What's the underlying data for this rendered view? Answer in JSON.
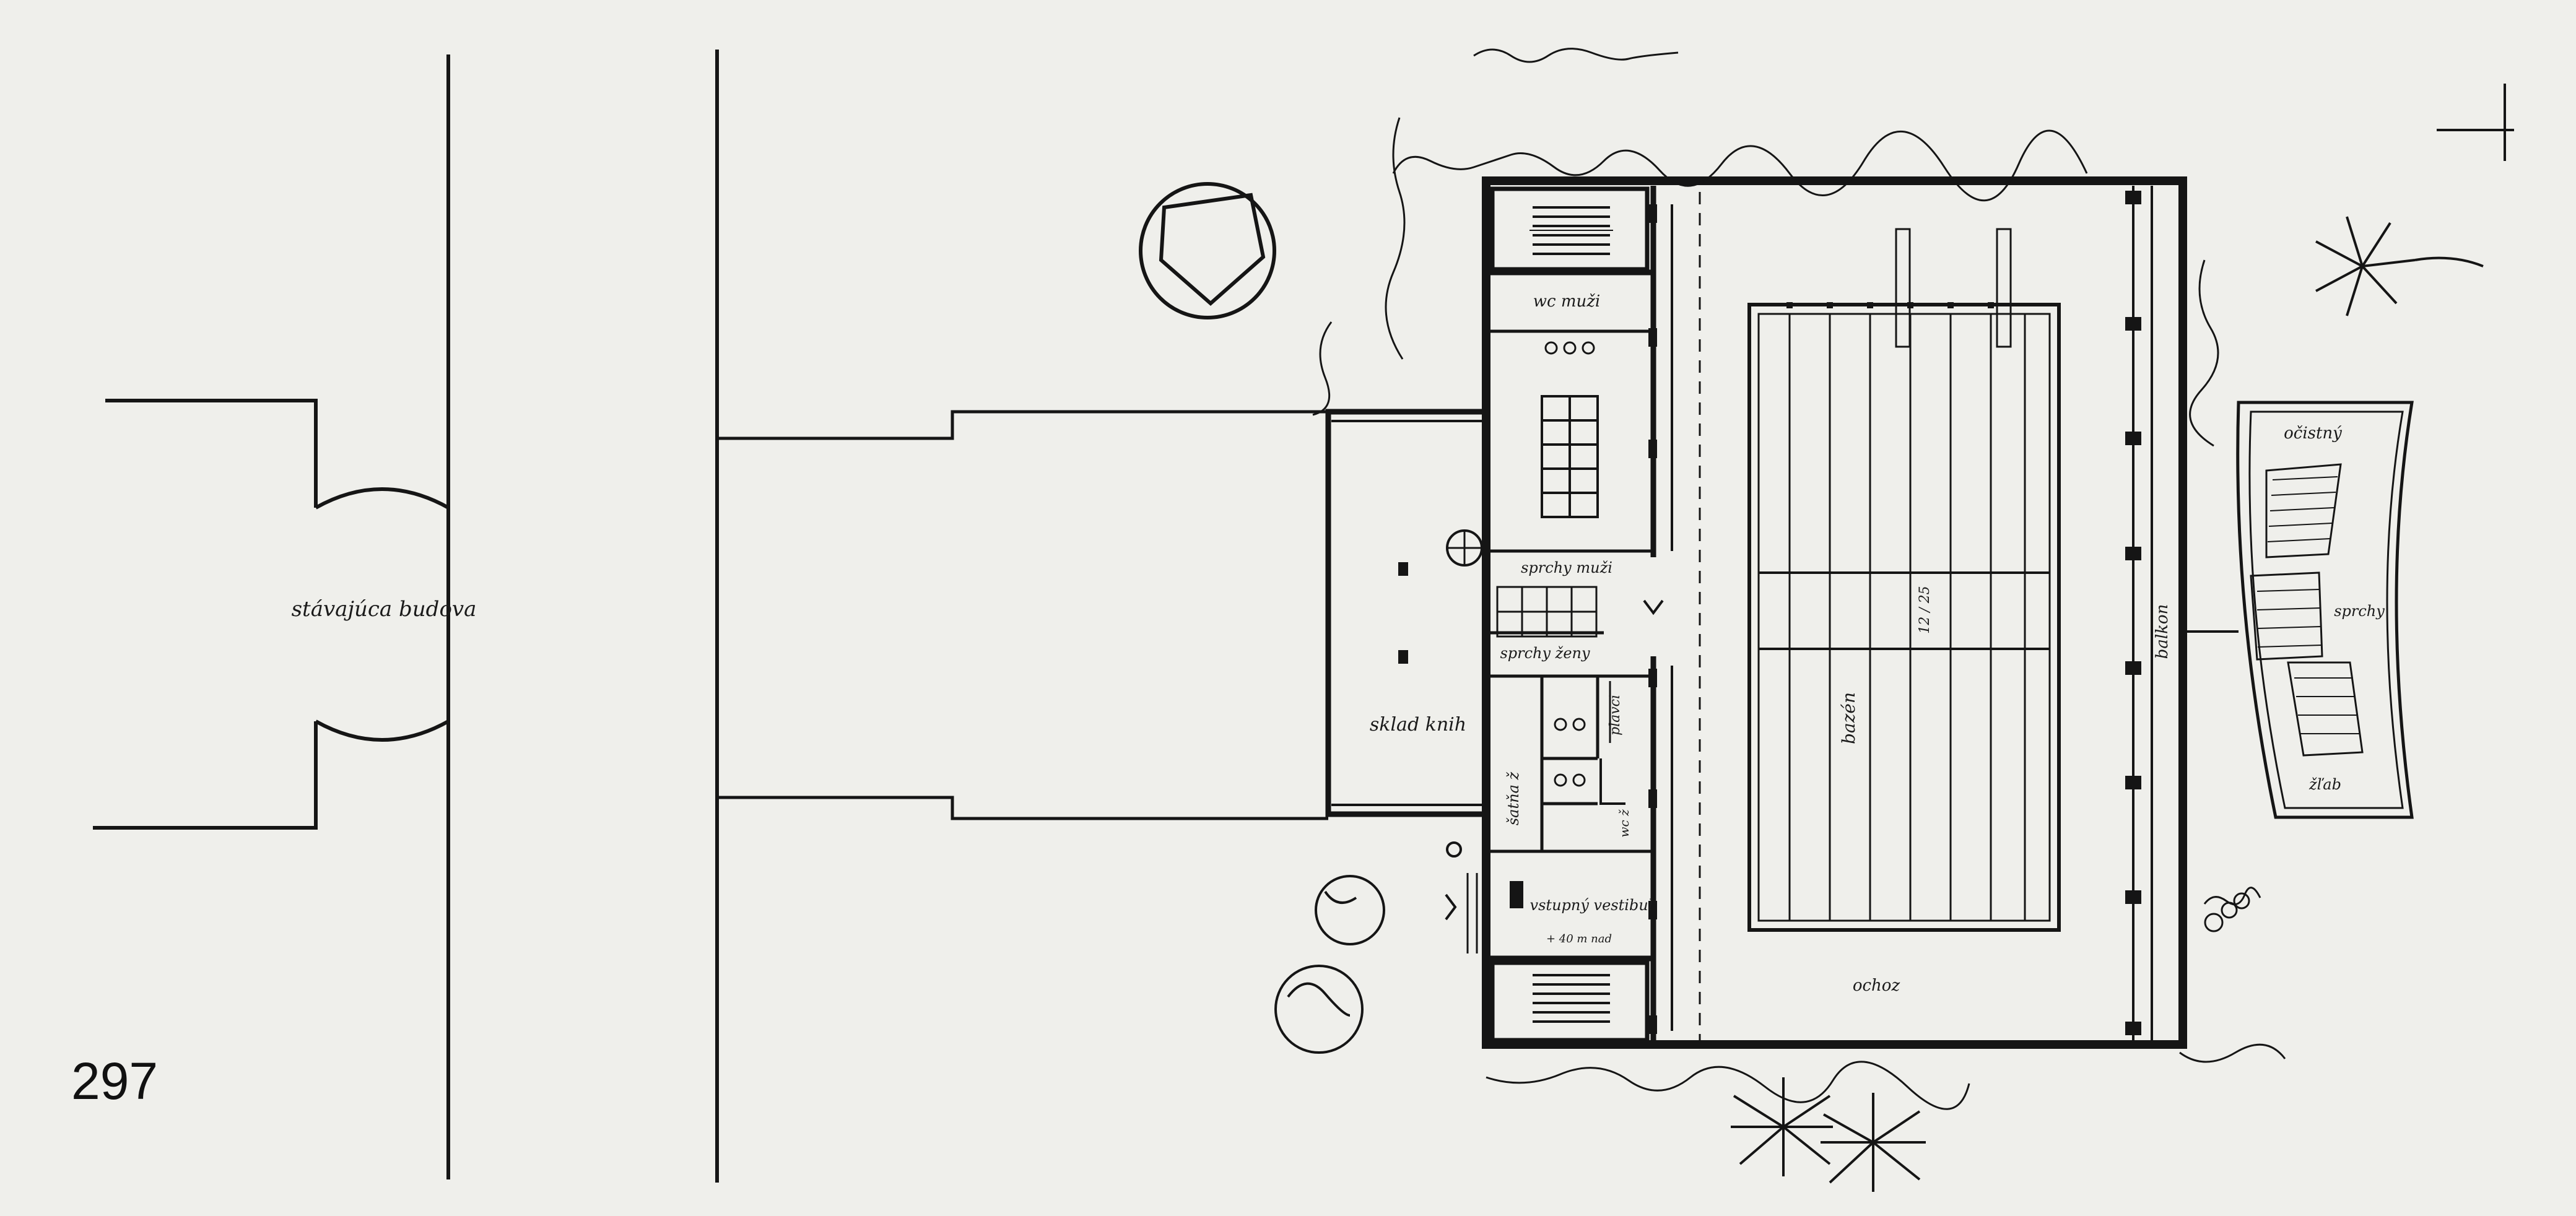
{
  "figure_number": "297",
  "labels": {
    "existing_building": "stávajúca budova",
    "wc_men": "wc muži",
    "showers_men": "sprchy muži",
    "showers_women": "sprchy ženy",
    "storage": "sklad knih",
    "checkroom_women": "šatňa ž",
    "swimmers": "plavci",
    "wc_women": "wc ž",
    "entrance_hall": "vstupný vestibul",
    "entrance_note": "+ 40 m nad",
    "pool": "bazén",
    "pool_dim": "12 / 25",
    "balcony": "balkon",
    "walkway": "ochoz",
    "cleaning": "očistný",
    "showers_outdoor": "sprchy",
    "trough": "žľab"
  },
  "colors": {
    "ink": "#151515",
    "paper": "#efefeb"
  }
}
